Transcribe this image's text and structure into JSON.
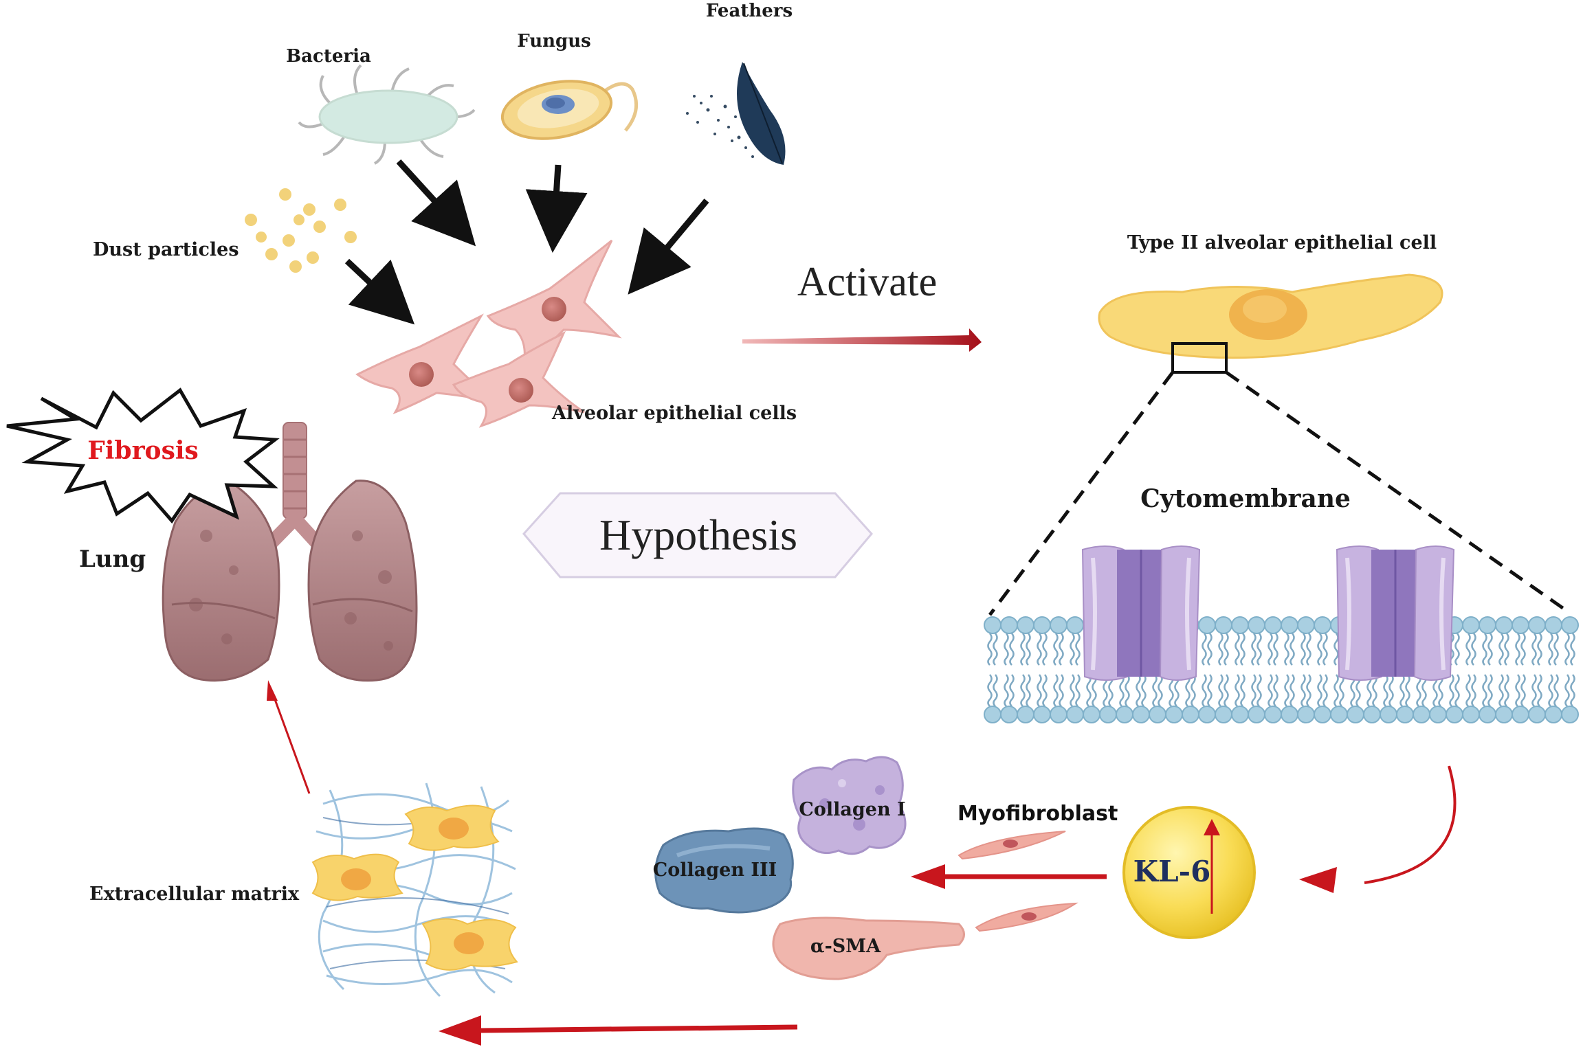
{
  "labels": {
    "bacteria": "Bacteria",
    "fungus": "Fungus",
    "feathers": "Feathers",
    "dust_particles": "Dust particles",
    "alveolar_epithelial_cells": "Alveolar epithelial cells",
    "activate": "Activate",
    "type2_cell": "Type II alveolar epithelial cell",
    "cytomembrane": "Cytomembrane",
    "fibrosis": "Fibrosis",
    "lung": "Lung",
    "hypothesis": "Hypothesis",
    "kl6": "KL-6",
    "myofibroblast": "Myofibroblast",
    "collagen_1": "Collagen I",
    "collagen_3": "Collagen III",
    "alpha_sma": "α-SMA",
    "extracellular_matrix": "Extracellular matrix"
  },
  "colors": {
    "arrow_black": "#111111",
    "arrow_red": "#c8161d",
    "fibrosis_text": "#e0191e",
    "membrane_blue": "#9ec9dc",
    "channel_purple": "#a88fc6",
    "kl6_fill": "#f6d84a",
    "cell_yellow": "#f8d36b",
    "lung_pink": "#b98c8f"
  }
}
